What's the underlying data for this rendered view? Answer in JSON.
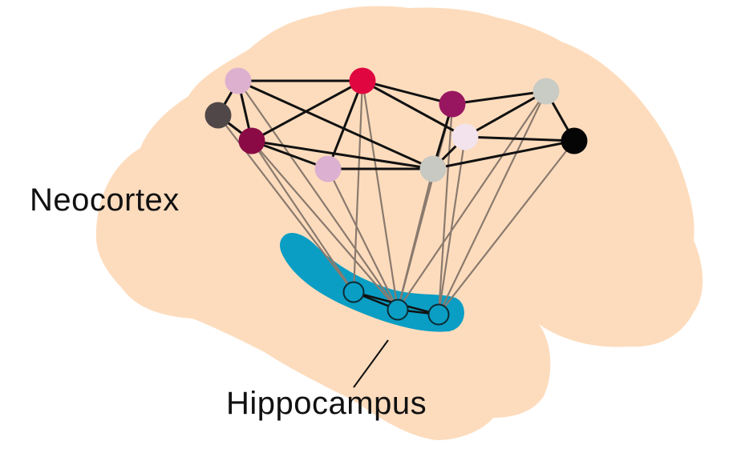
{
  "labels": {
    "neocortex": "Neocortex",
    "hippocampus": "Hippocampus"
  },
  "colors": {
    "brain": "#fddcbd",
    "hippocampus_region": "#0a9ec4",
    "cortical_edge": "#111111",
    "projection_edge": "#8a7a6e",
    "hippocampal_node_fill": "#0a9ec4",
    "hippocampal_node_stroke": "#0d2a33"
  },
  "cortical_nodes": [
    {
      "id": "A",
      "color": "#ddb0cf"
    },
    {
      "id": "B",
      "color": "#e0063f"
    },
    {
      "id": "C",
      "color": "#981660"
    },
    {
      "id": "D",
      "color": "#c9cbc5"
    },
    {
      "id": "E",
      "color": "#504848"
    },
    {
      "id": "F",
      "color": "#8a0a45"
    },
    {
      "id": "G",
      "color": "#f3e3ec"
    },
    {
      "id": "H",
      "color": "#050505"
    },
    {
      "id": "I",
      "color": "#dcb0d0"
    },
    {
      "id": "J",
      "color": "#c8c9c3"
    }
  ],
  "hippocampal_nodes": [
    {
      "id": "h1"
    },
    {
      "id": "h2"
    },
    {
      "id": "h3"
    }
  ],
  "cortical_edges": [
    [
      "A",
      "B"
    ],
    [
      "A",
      "E"
    ],
    [
      "A",
      "F"
    ],
    [
      "A",
      "J"
    ],
    [
      "B",
      "F"
    ],
    [
      "B",
      "I"
    ],
    [
      "B",
      "C"
    ],
    [
      "B",
      "G"
    ],
    [
      "C",
      "D"
    ],
    [
      "C",
      "J"
    ],
    [
      "D",
      "G"
    ],
    [
      "D",
      "H"
    ],
    [
      "E",
      "F"
    ],
    [
      "F",
      "I"
    ],
    [
      "F",
      "J"
    ],
    [
      "G",
      "H"
    ],
    [
      "G",
      "J"
    ],
    [
      "H",
      "J"
    ],
    [
      "I",
      "J"
    ]
  ],
  "hippocampal_edges": [
    [
      "h1",
      "h2"
    ],
    [
      "h2",
      "h3"
    ],
    [
      "h1",
      "h3"
    ]
  ],
  "projection_edges": [
    [
      "A",
      "h2"
    ],
    [
      "E",
      "h1"
    ],
    [
      "F",
      "h1"
    ],
    [
      "F",
      "h2"
    ],
    [
      "B",
      "h1"
    ],
    [
      "B",
      "h2"
    ],
    [
      "I",
      "h2"
    ],
    [
      "J",
      "h2"
    ],
    [
      "C",
      "h2"
    ],
    [
      "C",
      "h3"
    ],
    [
      "G",
      "h3"
    ],
    [
      "D",
      "h2"
    ],
    [
      "D",
      "h3"
    ],
    [
      "H",
      "h3"
    ]
  ]
}
